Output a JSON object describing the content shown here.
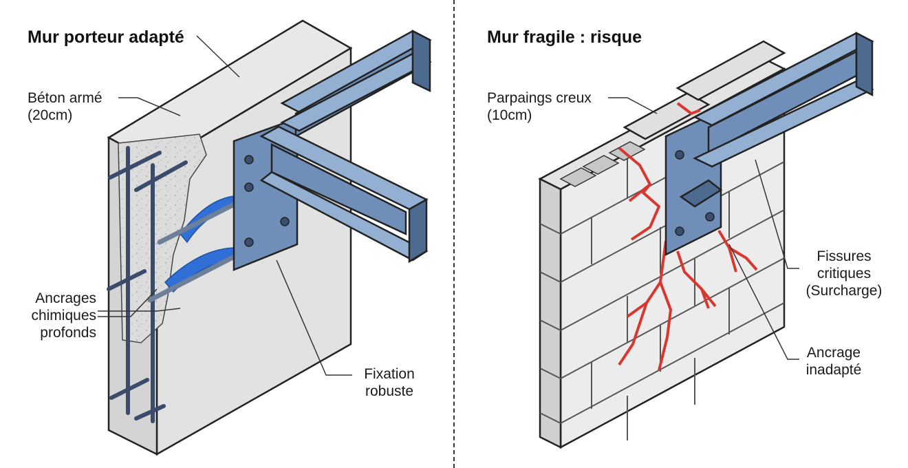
{
  "panels": {
    "left": {
      "title": "Mur porteur adapté",
      "labels": {
        "concrete_line1": "Béton armé",
        "concrete_line2": "(20cm)",
        "anchors_line1": "Ancrages",
        "anchors_line2": "chimiques",
        "anchors_line3": "profonds",
        "fixation_line1": "Fixation",
        "fixation_line2": "robuste"
      }
    },
    "right": {
      "title": "Mur fragile : risque",
      "labels": {
        "blocks_line1": "Parpaings creux",
        "blocks_line2": "(10cm)",
        "cracks_line1": "Fissures",
        "cracks_line2": "critiques",
        "cracks_line3": "(Surcharge)",
        "anchor_line1": "Ancrage",
        "anchor_line2": "inadapté"
      }
    }
  },
  "colors": {
    "steel": "#6f8fb8",
    "steel_dark": "#4d6a91",
    "steel_light": "#93afd2",
    "concrete": "#e3e3e3",
    "concrete_dark": "#c9c9c9",
    "crack": "#d8372f",
    "resin": "#2f6fd6",
    "block": "#e6e6e6"
  }
}
